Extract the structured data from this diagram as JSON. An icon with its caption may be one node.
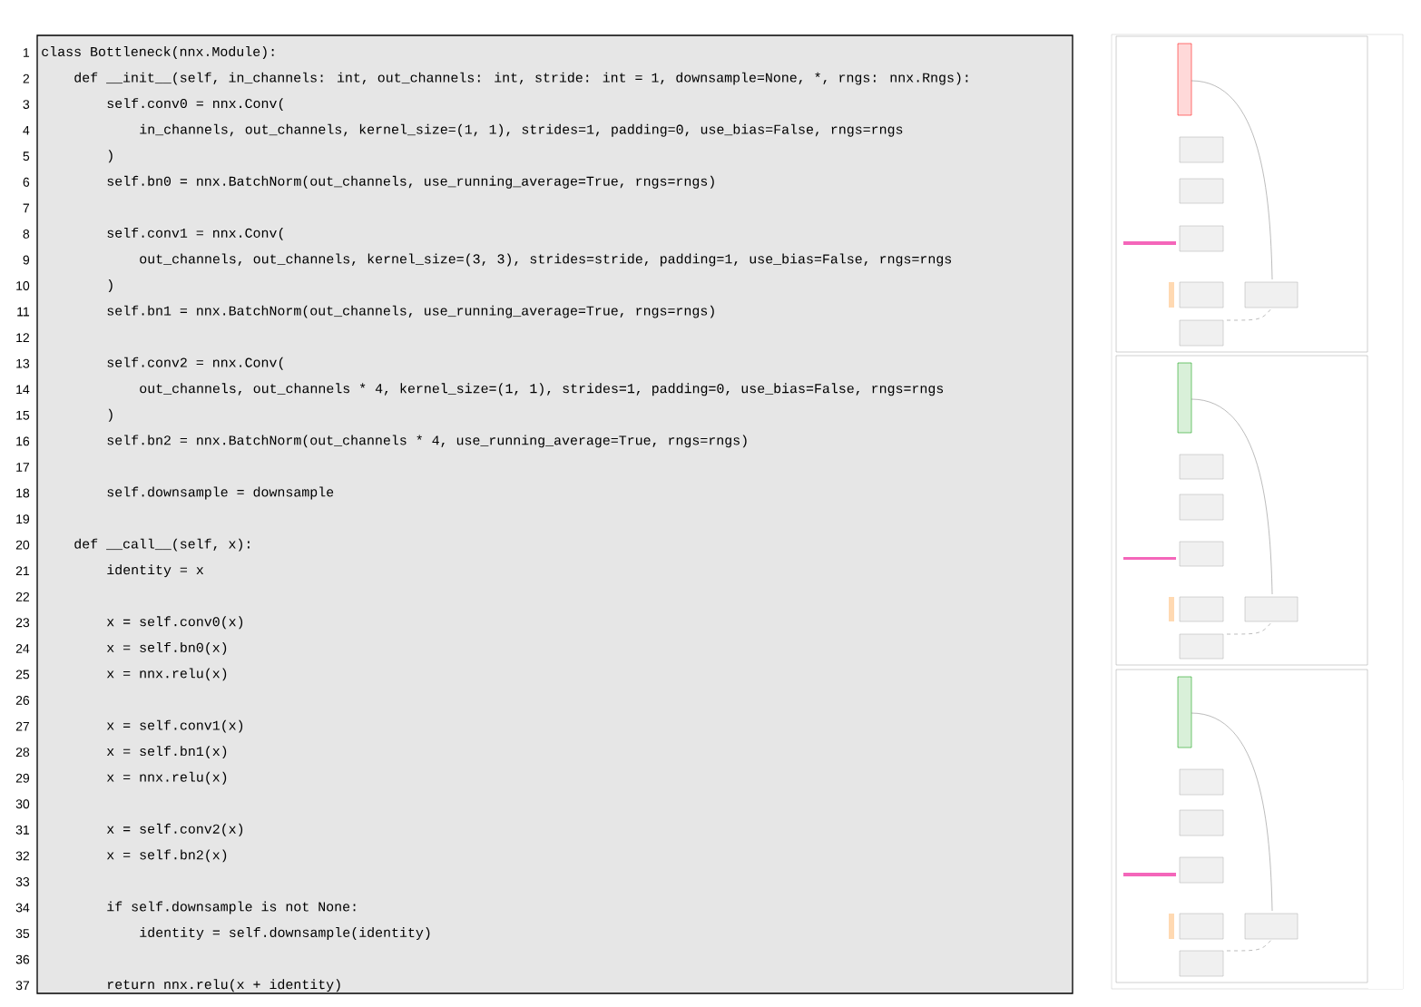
{
  "diagram": {
    "nodes": [
      {
        "text": [
          "class Bottleneck(nnx.Module):",
          "def __init__(self, in_channels: int, out_channels: int, stride: int = 1, downsample=None, *, rngs: nnx.Rngs):",
          "self.conv0 = nnx.Conv(",
          "in_channels, out_channels, kernel_size=(1, 1), strides=1, padding=0, use_bias=False, rngs=rngs",
          ")",
          "self.bn0 = nnx.BatchNorm(out_channels, use_running_average=True, rngs=rngs)",
          "self.conv1 = nnx.Conv(",
          "out_channels, out_channels, kernel_size=(3, 3), strides=stride, padding=1, use_bias=False, rngs=rngs",
          ")",
          "self.bn1 = nnx.BatchNorm(out_channels, use_running_average=True, rngs=rngs)",
          "self.conv2 = nnx.Conv(",
          "out_channels, out_channels * 4, kernel_size=(1, 1), strides=1, padding=0, use_bias=False, rngs=rngs",
          ")",
          "self.bn2 = nnx.BatchNorm(out_channels * 4, use_running_average=True, rngs=rngs)",
          "self.downsample = downsample",
          "def __call__(self, x):",
          "identity = x",
          "x = self.conv0(x)",
          "x = self.bn0(x)",
          "x = nnx.relu(x)",
          "x = self.conv1(x)",
          "x = self.bn1(x)",
          "x = nnx.relu(x)",
          "x = self.conv2(x)",
          "x = self.bn2(x)",
          "if self.downsample is not None:",
          "identity = self.downsample(identity)",
          "return nnx.relu(x + identity)"
        ],
        "beside": [
          "1",
          "2",
          "3",
          "4",
          "5",
          "6",
          "7",
          "8",
          "9",
          "10",
          "11",
          "12",
          "13",
          "14",
          "15",
          "16",
          "17",
          "18",
          "19",
          "20",
          "21",
          "22",
          "23",
          "24",
          "25",
          "26",
          "27",
          "28",
          "29",
          "30",
          "31",
          "32",
          "33",
          "34",
          "35",
          "36",
          "37"
        ]
      },
      {
        "text": [],
        "shape": "picture"
      }
    ]
  }
}
